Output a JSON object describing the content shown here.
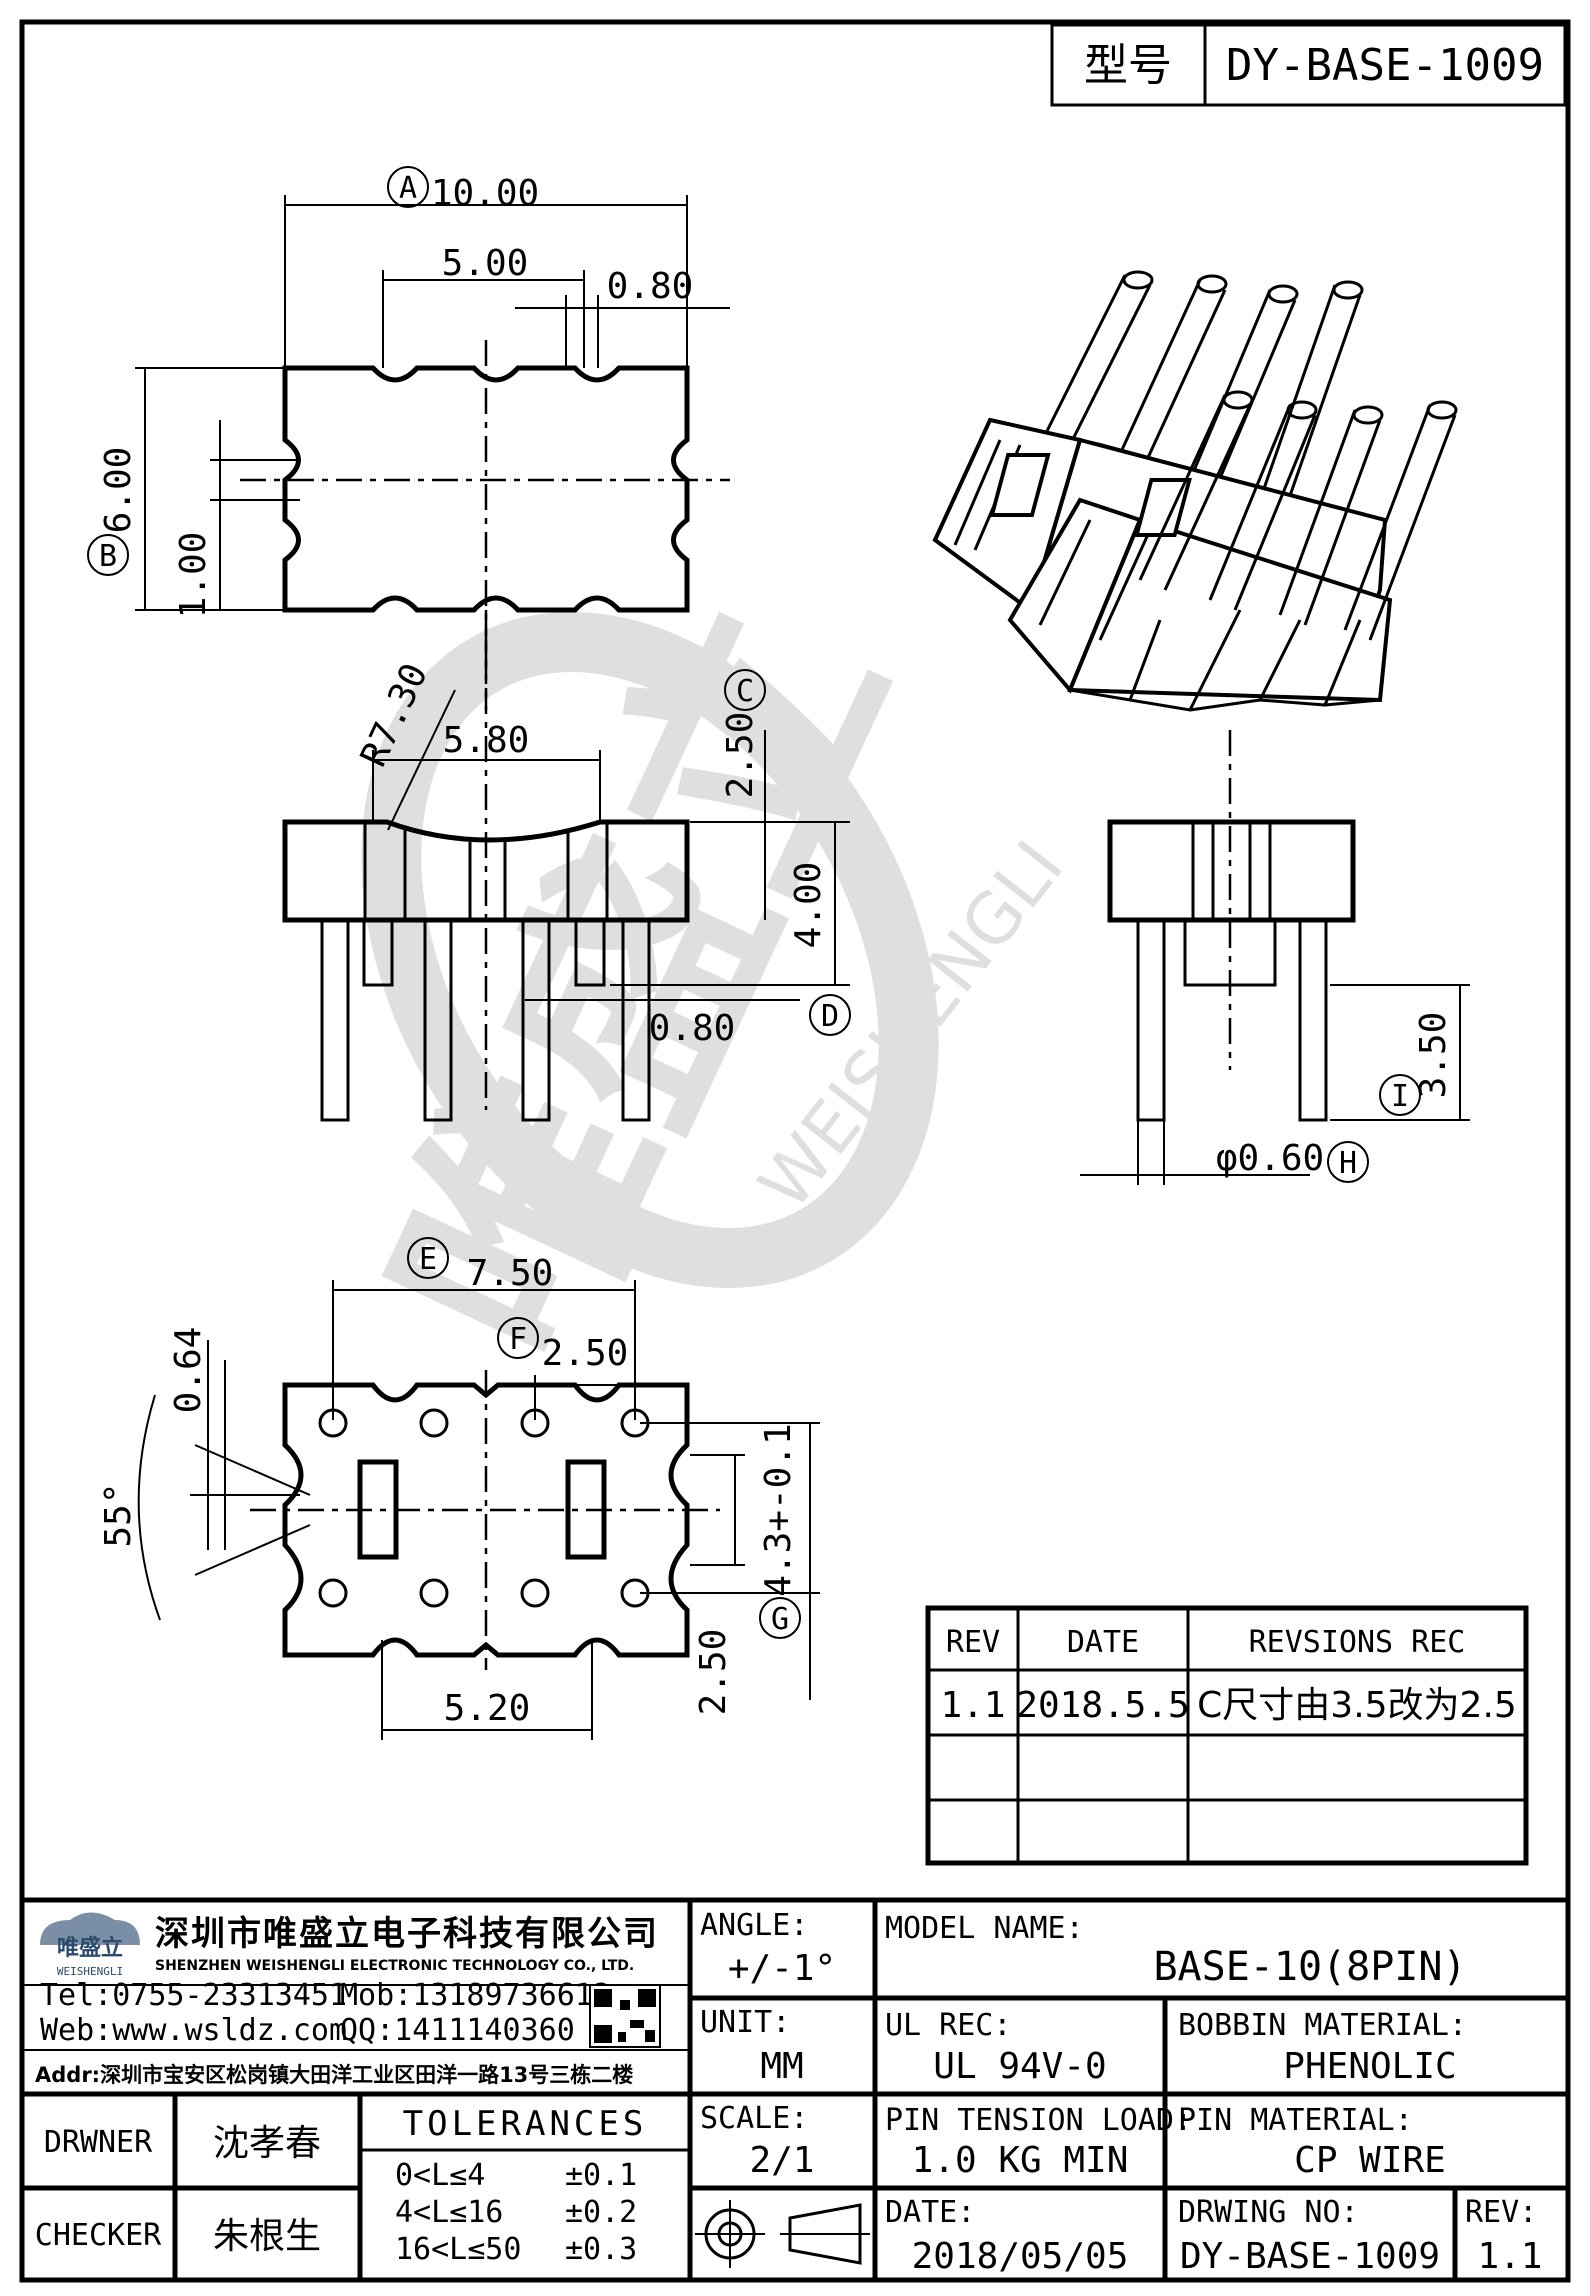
{
  "title_box": {
    "label": "型号",
    "value": "DY-BASE-1009"
  },
  "top_view": {
    "dim_A_letter": "A",
    "dim_A": "10.00",
    "dim_5": "5.00",
    "dim_080": "0.80",
    "dim_B_letter": "B",
    "dim_B": "6.00",
    "dim_100": "1.00"
  },
  "front_view": {
    "dim_R": "R7.30",
    "dim_580": "5.80",
    "dim_C_letter": "C",
    "dim_C": "2.50",
    "dim_400": "4.00",
    "dim_D_letter": "D",
    "dim_D": "0.80"
  },
  "side_view": {
    "dim_I_letter": "I",
    "dim_I": "3.50",
    "dim_H_letter": "H",
    "dim_H": "φ0.60"
  },
  "bottom_view": {
    "dim_E_letter": "E",
    "dim_E": "7.50",
    "dim_F_letter": "F",
    "dim_F": "2.50",
    "dim_064": "0.64",
    "dim_angle": "55°",
    "dim_43": "4.3+-0.1",
    "dim_G_letter": "G",
    "dim_G": "2.50",
    "dim_520": "5.20"
  },
  "watermark": {
    "brand": "唯盛立",
    "sub": "WEISHENGLI"
  },
  "revision_table": {
    "headers": [
      "REV",
      "DATE",
      "REVSIONS REC"
    ],
    "rows": [
      [
        "1.1",
        "2018.5.5",
        "C尺寸由3.5改为2.5"
      ]
    ]
  },
  "company": {
    "logo_text": "唯盛立",
    "logo_sub": "WEISHENGLI",
    "name_cn": "深圳市唯盛立电子科技有限公司",
    "name_en": "SHENZHEN WEISHENGLI ELECTRONIC TECHNOLOGY CO., LTD.",
    "tel": "Tel:0755-23313451",
    "mob": "Mob:13189736612",
    "web": "Web:www.wsldz.com",
    "qq": "QQ:1411140360",
    "addr": "Addr:深圳市宝安区松岗镇大田洋工业区田洋一路13号三栋二楼"
  },
  "title_block": {
    "angle_label": "ANGLE:",
    "angle_value": "+/-1°",
    "model_label": "MODEL NAME:",
    "model_value": "BASE-10(8PIN)",
    "unit_label": "UNIT:",
    "unit_value": "MM",
    "ul_label": "UL REC:",
    "ul_value": "UL 94V-0",
    "bobbin_label": "BOBBIN MATERIAL:",
    "bobbin_value": "PHENOLIC",
    "drawer_label": "DRWNER",
    "drawer_value": "沈孝春",
    "tol_label": "TOLERANCES",
    "tol_rows": [
      [
        "0<L≤4",
        "±0.1"
      ],
      [
        "4<L≤16",
        "±0.2"
      ],
      [
        "16<L≤50",
        "±0.3"
      ]
    ],
    "scale_label": "SCALE:",
    "scale_value": "2/1",
    "pin_tension_label": "PIN TENSION LOAD:",
    "pin_tension_value": "1.0 KG MIN",
    "pin_material_label": "PIN MATERIAL:",
    "pin_material_value": "CP WIRE",
    "checker_label": "CHECKER",
    "checker_value": "朱根生",
    "date_label": "DATE:",
    "date_value": "2018/05/05",
    "drawing_label": "DRWING NO:",
    "drawing_value": "DY-BASE-1009",
    "rev_label": "REV:",
    "rev_value": "1.1"
  }
}
